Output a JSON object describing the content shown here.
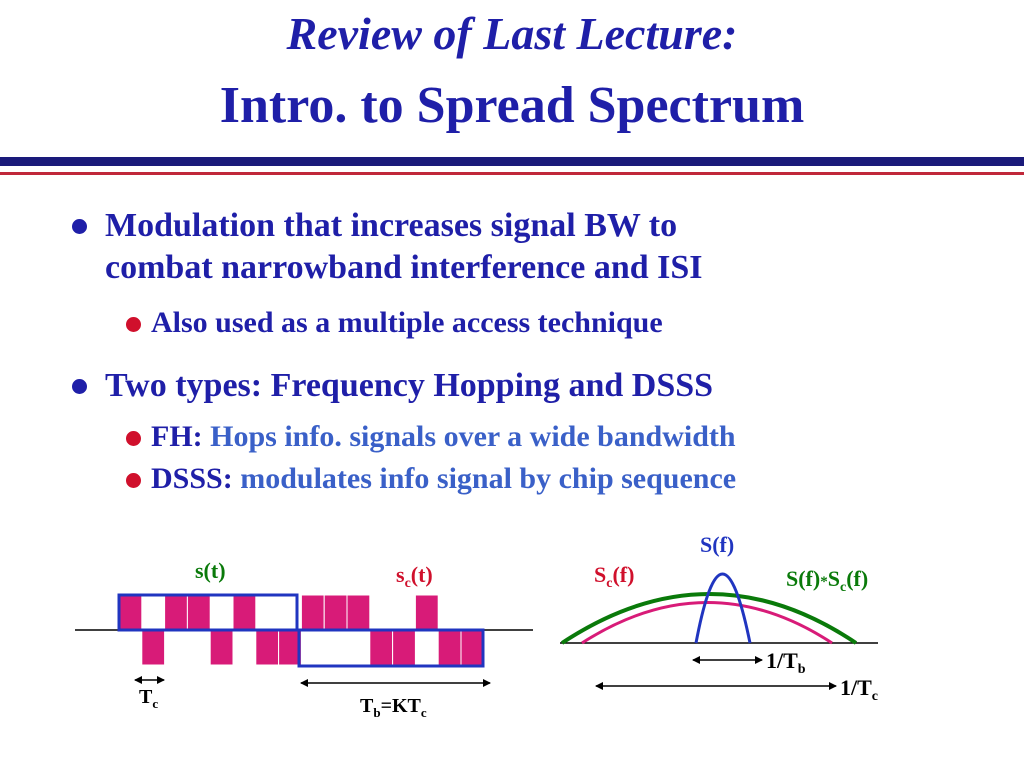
{
  "title": {
    "line1": "Review of Last Lecture:",
    "line2": "Intro. to Spread Spectrum"
  },
  "bullets": [
    {
      "line1": "Modulation that increases signal BW to",
      "line2": "combat narrowband interference and ISI",
      "subs": [
        {
          "prefix": "",
          "text": "Also used as a multiple access technique"
        }
      ]
    },
    {
      "line1": "Two types: Frequency Hopping and DSSS",
      "subs": [
        {
          "prefix": "FH:",
          "text": " Hops info. signals over a wide bandwidth"
        },
        {
          "prefix": "DSSS:",
          "text": " modulates info signal by chip sequence"
        }
      ]
    }
  ],
  "time_diagram": {
    "label_s": "s(t)",
    "label_sc_base": "s",
    "label_sc_sub": "c",
    "label_sc_tail": "(t)",
    "label_tc_base": "T",
    "label_tc_sub": "c",
    "label_tb_base": "T",
    "label_tb_sub": "b",
    "label_tb_mid": "=KT",
    "label_tb_sub2": "c"
  },
  "freq_diagram": {
    "label_sf": "S(f)",
    "label_scf_base": "S",
    "label_scf_sub": "c",
    "label_scf_tail": "(f)",
    "label_conv_a": "S(f)",
    "label_conv_star": "*",
    "label_conv_b": "S",
    "label_conv_sub": "c",
    "label_conv_tail": "(f)",
    "label_inv_tb": "1/T",
    "label_inv_tb_sub": "b",
    "label_inv_tc": "1/T",
    "label_inv_tc_sub": "c"
  },
  "colors": {
    "title": "#1f1fa8",
    "navy_rule": "#1a1a7a",
    "red_rule": "#c0283a",
    "chip_fill": "#d81b78",
    "pulse_outline": "#2035c0",
    "label_red": "#d0102c",
    "label_green": "#0a7a0a",
    "bandwidth_green": "#0a7a0a",
    "bandwidth_pink": "#d81b78",
    "bandwidth_blue": "#2035c0"
  }
}
